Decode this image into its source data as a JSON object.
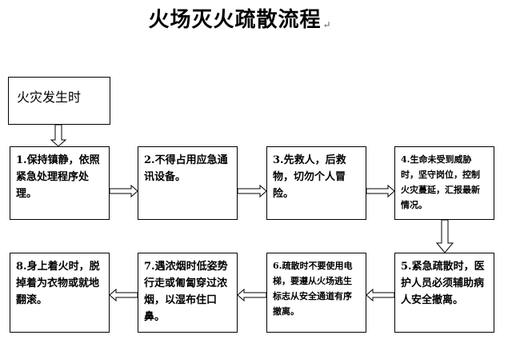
{
  "title": "火场灭火疏散流程",
  "title_mark": "↵",
  "start": "火灾发生时",
  "steps": [
    "1.保持镇静，依照紧急处理程序处理。",
    "2.不得占用应急通讯设备。",
    "3.先救人，后救物，切勿个人冒险。",
    "4.生命未受到威胁时，坚守岗位，控制火灾蔓延，汇报最新情况。",
    "5.紧急疏散时，医护人员必须辅助病人安全撤离。",
    "6.疏散时不要使用电梯，要遵从火场逃生标志从安全通道有序撤离。",
    "7.遇浓烟时低姿势行走或匍匐穿过浓烟，以湿布住口鼻。",
    "8.身上着火时，脱掉着为衣物或就地翻滚。"
  ]
}
